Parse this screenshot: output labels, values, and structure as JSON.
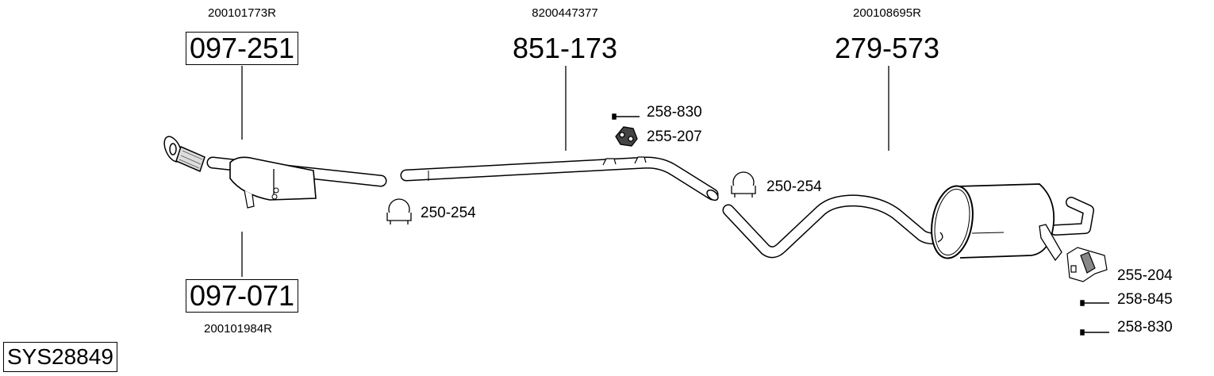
{
  "system_id": "SYS28849",
  "parts": {
    "catalyst": {
      "number": "097-251",
      "oe": "200101773R"
    },
    "particle_filter": {
      "number": "097-071",
      "oe": "200101984R"
    },
    "middle_pipe": {
      "number": "851-173",
      "oe": "8200447377"
    },
    "rear_silencer": {
      "number": "279-573",
      "oe": "200108695R"
    }
  },
  "accessories": {
    "clamp_front": "250-254",
    "clamp_rear": "250-254",
    "bolt_middle": "258-830",
    "hanger_middle": "255-207",
    "hanger_rear": "255-204",
    "bolt_rear_1": "258-845",
    "bolt_rear_2": "258-830"
  }
}
